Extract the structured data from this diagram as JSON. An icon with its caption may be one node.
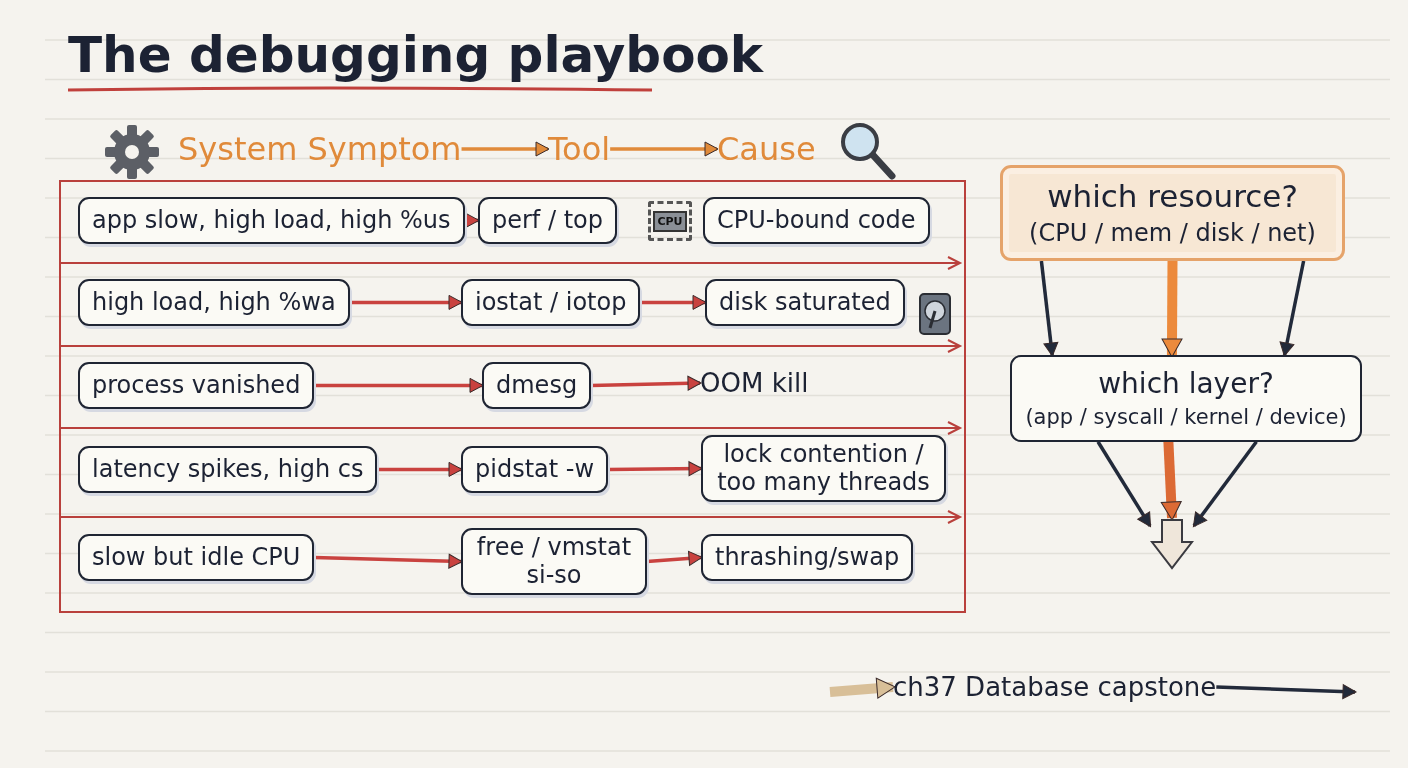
{
  "diagram": {
    "title": "The debugging playbook",
    "nodes": [
      {
        "text": [
          "System Symptom"
        ]
      },
      {
        "text": [
          "Tool"
        ]
      },
      {
        "text": [
          "Cause"
        ]
      },
      {
        "text": [
          "app slow, high load, high %us"
        ]
      },
      {
        "text": [
          "perf / top"
        ]
      },
      {
        "text": [
          "CPU-bound code"
        ]
      },
      {
        "text": [
          "high load, high %wa"
        ]
      },
      {
        "text": [
          "iostat / iotop"
        ]
      },
      {
        "text": [
          "disk saturated"
        ]
      },
      {
        "text": [
          "process vanished"
        ]
      },
      {
        "text": [
          "dmesg"
        ]
      },
      {
        "text": [
          "OOM kill"
        ]
      },
      {
        "text": [
          "latency spikes, high cs"
        ]
      },
      {
        "text": [
          "pidstat -w"
        ]
      },
      {
        "text": [
          "lock contention / too many threads"
        ]
      },
      {
        "text": [
          "slow but idle CPU"
        ]
      },
      {
        "text": [
          "free / vmstat si-so"
        ]
      },
      {
        "text": [
          "thrashing/swap"
        ]
      },
      {
        "text": [
          "which resource?",
          "(CPU / mem / disk / net)"
        ]
      },
      {
        "text": [
          "which layer?",
          "(app / syscall / kernel / device)"
        ]
      },
      {
        "text": [],
        "shape": "arrow"
      },
      {
        "text": [
          "ch37 Database capstone"
        ]
      }
    ],
    "edges": [
      {
        "from": 0,
        "to": 1,
        "arrow": "to",
        "color": "#e08a3a"
      },
      {
        "from": 1,
        "to": 2,
        "arrow": "to",
        "color": "#e08a3a"
      },
      {
        "from": 3,
        "to": 4,
        "arrow": "to"
      },
      {
        "from": 6,
        "to": 7,
        "arrow": "to"
      },
      {
        "from": 7,
        "to": 8,
        "arrow": "to"
      },
      {
        "from": 9,
        "to": 10,
        "arrow": "to"
      },
      {
        "from": 10,
        "to": 11,
        "arrow": "to"
      },
      {
        "from": 12,
        "to": 13,
        "arrow": "to"
      },
      {
        "from": 13,
        "to": 14,
        "arrow": "to"
      },
      {
        "from": 15,
        "to": 16,
        "arrow": "to"
      },
      {
        "from": 16,
        "to": 17,
        "arrow": "to"
      },
      {
        "from": 18,
        "to": 19,
        "arrow": "to",
        "color": "#222a3a"
      },
      {
        "from": 18,
        "to": 19,
        "arrow": "to",
        "style": "thick",
        "color": "#ec8a3c"
      },
      {
        "from": 18,
        "to": 19,
        "arrow": "to",
        "color": "#222a3a"
      },
      {
        "from": 19,
        "to": 20,
        "arrow": "to",
        "color": "#222a3a"
      },
      {
        "from": 19,
        "to": 20,
        "arrow": "to",
        "style": "thick",
        "color": "#dc6a35"
      },
      {
        "from": 19,
        "to": 20,
        "arrow": "to",
        "color": "#222a3a"
      },
      {
        "from": null,
        "to": 21,
        "arrow": "to",
        "style": "thick",
        "color": "#d8bf98"
      },
      {
        "from": 21,
        "to": null,
        "arrow": "to",
        "color": "#222a3a"
      }
    ],
    "labels": [
      "CPU"
    ]
  }
}
